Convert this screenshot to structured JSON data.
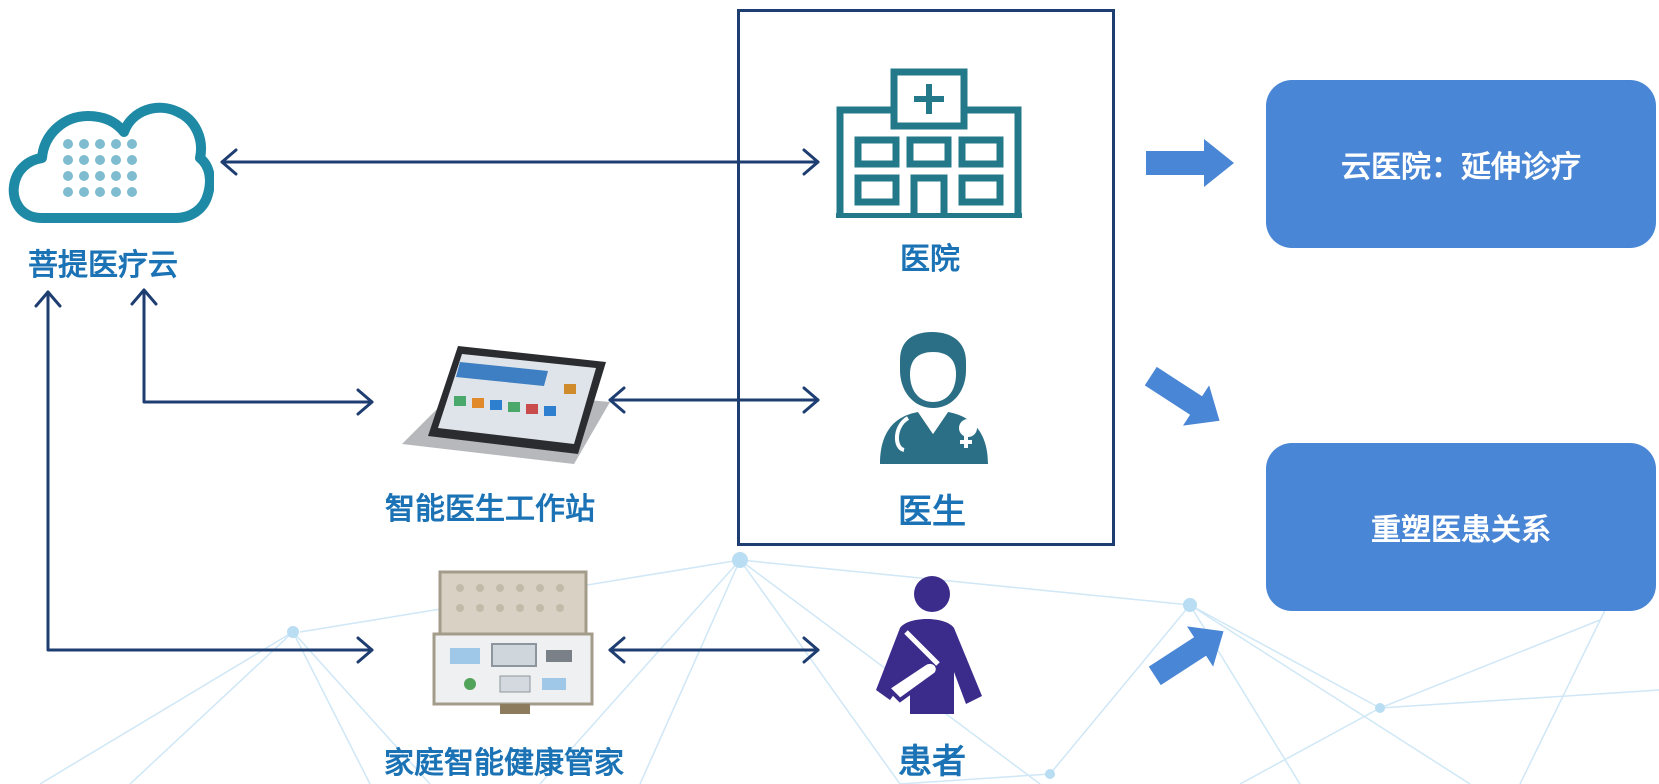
{
  "nodes": {
    "cloud": "菩提医疗云",
    "hospital": "医院",
    "doctor": "医生",
    "workstation": "智能医生工作站",
    "home_kit": "家庭智能健康管家",
    "patient": "患者"
  },
  "results": {
    "cloud_hospital": "云医院：延伸诊疗",
    "reshape": "重塑医患关系"
  },
  "colors": {
    "line": "#1e3e72",
    "label": "#1b73b5",
    "accent_box": "#4a86d6",
    "hospital_icon": "#23798a",
    "doctor_icon": "#2b6f86",
    "patient_icon": "#3b2c8c",
    "network": "#b9ddf2"
  },
  "icons": [
    "cloud-icon",
    "hospital-icon",
    "doctor-icon",
    "tablet-icon",
    "health-kit-icon",
    "patient-icon",
    "flow-arrow-icon"
  ]
}
